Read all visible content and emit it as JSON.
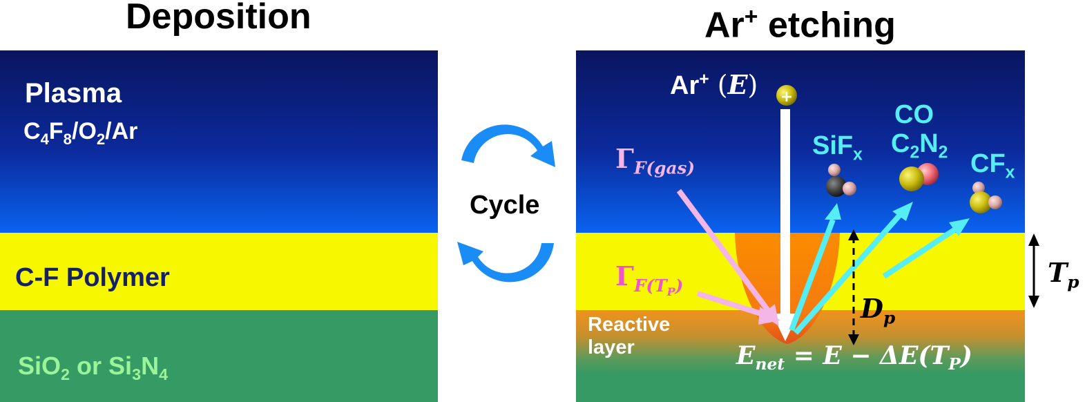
{
  "left": {
    "title": "Deposition",
    "plasma_label": "Plasma",
    "gas_parts": [
      "C",
      "4",
      "F",
      "8",
      "/O",
      "2",
      "/Ar"
    ],
    "polymer_label": "C-F Polymer",
    "substrate_parts": [
      "SiO",
      "2",
      " or Si",
      "3",
      "N",
      "4"
    ]
  },
  "center": {
    "cycle_label": "Cycle"
  },
  "right": {
    "title_parts": [
      "Ar",
      "+",
      " etching"
    ],
    "ion_parts": [
      "Ar",
      "+",
      " (",
      "E",
      ")"
    ],
    "gamma_gas_parts": [
      "Γ",
      "F(gas)"
    ],
    "gamma_tp_parts": [
      "Γ",
      "F(T",
      "P",
      ")"
    ],
    "sifx_parts": [
      "SiF",
      "x"
    ],
    "co_label": "CO",
    "c2n2_parts": [
      "C",
      "2",
      "N",
      "2"
    ],
    "cfx_parts": [
      "CF",
      "x"
    ],
    "reactive_line1": "Reactive",
    "reactive_line2": "layer",
    "dp_parts": [
      "D",
      "p"
    ],
    "tp_parts": [
      "T",
      "p"
    ],
    "enet_parts": [
      "E",
      "net",
      " = E − ΔE(T",
      "P",
      ")"
    ]
  },
  "colors": {
    "plasma_top": "#0a1560",
    "plasma_bottom": "#0a63f0",
    "polymer": "#f7f700",
    "substrate": "#359a64",
    "reactive": "#f08a20",
    "cyan": "#55eef5",
    "pink": "#f4b6e6",
    "magenta": "#ee55cc"
  }
}
